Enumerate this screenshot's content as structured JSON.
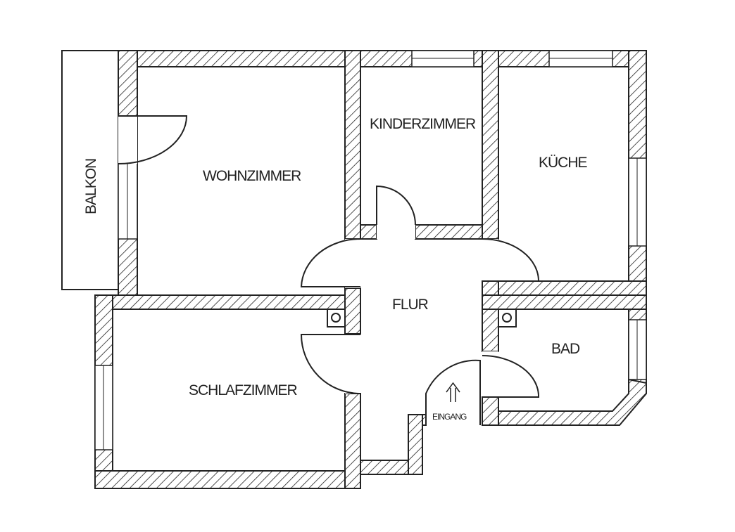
{
  "title": "Grundriss",
  "rooms": {
    "balkon": "BALKON",
    "wohnzimmer": "WOHNZIMMER",
    "kinderzimmer": "KINDERZIMMER",
    "kueche": "KÜCHE",
    "flur": "FLUR",
    "bad": "BAD",
    "schlafzimmer": "SCHLAFZIMMER",
    "eingang": "EINGANG"
  },
  "colors": {
    "line": "#222222",
    "background": "#ffffff"
  }
}
